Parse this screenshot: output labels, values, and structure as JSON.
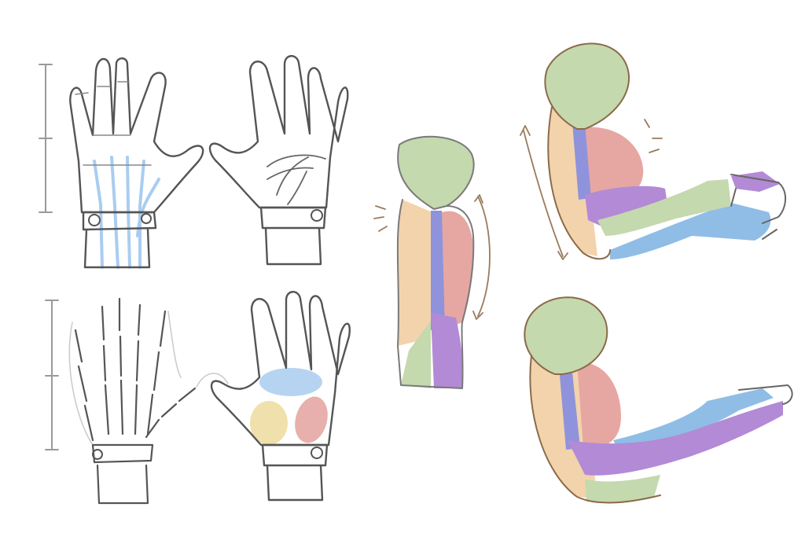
{
  "colors": {
    "background": "#ffffff",
    "pencil": "#555555",
    "pencil_light": "#a8a8a8",
    "tendon_blue": "#a9cdf0",
    "deltoid_green": "#c4d9ae",
    "biceps_red": "#e6a7a3",
    "brachialis_blue_violet": "#8f93db",
    "triceps_beige": "#f3d3ac",
    "forearm_purple": "#b38ad6",
    "forearm_blue": "#8fbde6",
    "palm_yellow": "#eedda3",
    "outline_brown": "#8c6a4a"
  },
  "figures": [
    {
      "id": "hand-back-tendons",
      "kind": "hand",
      "view": "back"
    },
    {
      "id": "hand-palm-creases",
      "kind": "hand",
      "view": "palm"
    },
    {
      "id": "hand-skeleton",
      "kind": "hand",
      "view": "bones"
    },
    {
      "id": "hand-palm-muscle-groups",
      "kind": "hand",
      "view": "palm-colored"
    },
    {
      "id": "upper-arm-side",
      "kind": "arm",
      "view": "side"
    },
    {
      "id": "arm-flexed-top",
      "kind": "arm",
      "view": "bent"
    },
    {
      "id": "arm-extended-bottom",
      "kind": "arm",
      "view": "straight"
    }
  ]
}
